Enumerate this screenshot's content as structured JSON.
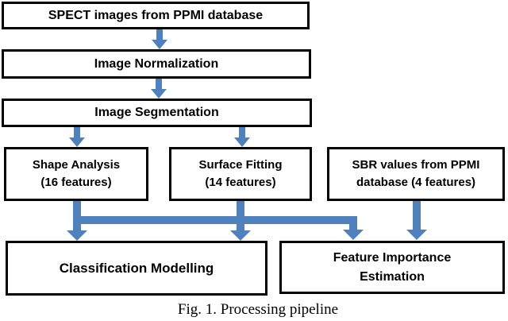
{
  "figure": {
    "caption": "Fig. 1. Processing pipeline"
  },
  "colors": {
    "arrow": "#4f81bd",
    "box_border": "#000000",
    "box_fill": "#ffffff",
    "text": "#000000",
    "background": "#ffffff"
  },
  "nodes": {
    "spect": {
      "label": "SPECT images from PPMI database"
    },
    "normalization": {
      "label": "Image Normalization"
    },
    "segmentation": {
      "label": "Image Segmentation"
    },
    "shape_analysis": {
      "line1": "Shape Analysis",
      "line2": "(16 features)"
    },
    "surface_fitting": {
      "line1": "Surface Fitting",
      "line2": "(14 features)"
    },
    "sbr_values": {
      "line1": "SBR values from PPMI",
      "line2": "database (4 features)"
    },
    "classification": {
      "label": "Classification Modelling"
    },
    "feature_importance": {
      "line1": "Feature Importance",
      "line2": "Estimation"
    }
  },
  "edges": [
    {
      "from": "spect",
      "to": "normalization"
    },
    {
      "from": "normalization",
      "to": "segmentation"
    },
    {
      "from": "segmentation",
      "to": "shape_analysis"
    },
    {
      "from": "segmentation",
      "to": "surface_fitting"
    },
    {
      "from": "shape_analysis",
      "to": "classification"
    },
    {
      "from": "surface_fitting",
      "to": "classification"
    },
    {
      "from": "shape_analysis",
      "to": "feature_importance"
    },
    {
      "from": "surface_fitting",
      "to": "feature_importance"
    },
    {
      "from": "sbr_values",
      "to": "feature_importance"
    }
  ]
}
